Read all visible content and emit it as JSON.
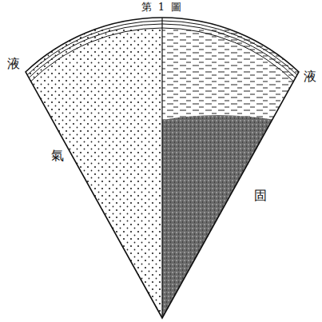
{
  "diagram": {
    "title": "第 1 圖",
    "labels": [
      "液",
      "氣",
      "液",
      "固"
    ]
  }
}
